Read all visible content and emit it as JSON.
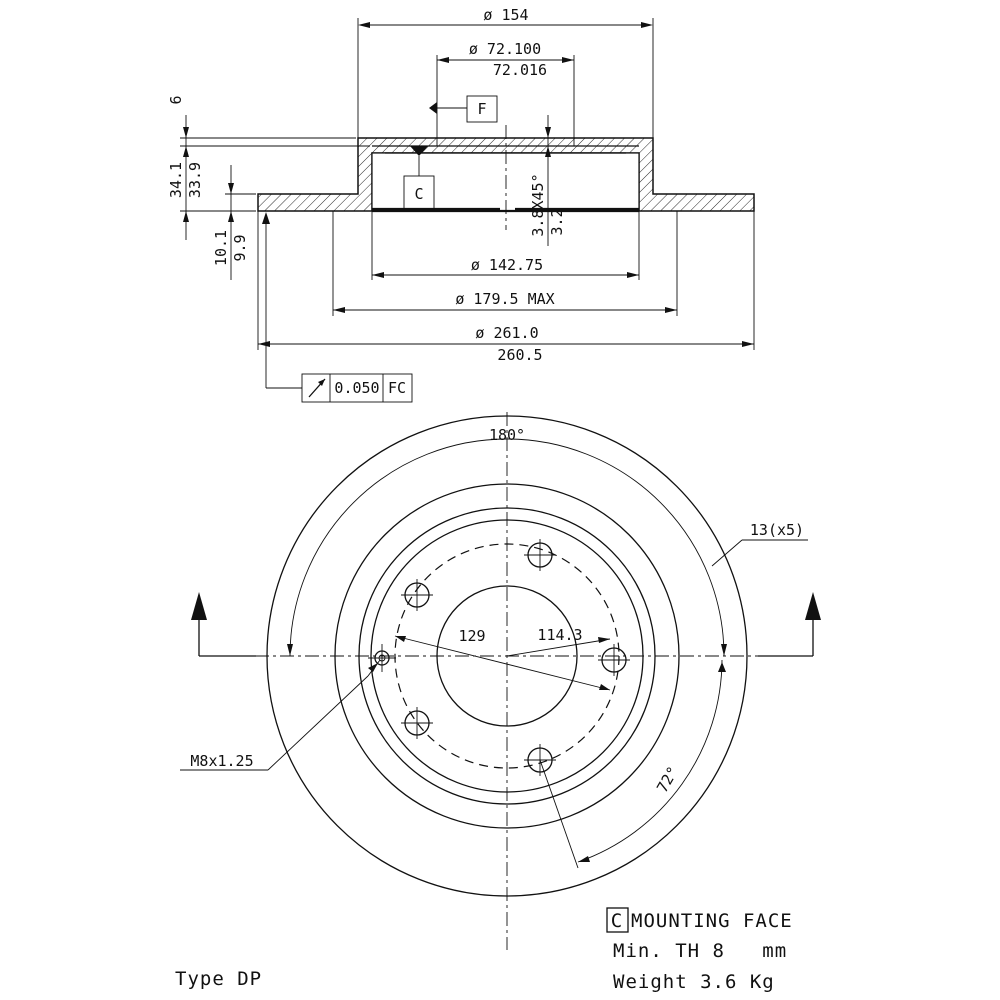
{
  "section": {
    "d154": "ø 154",
    "d72_max": "ø 72.100",
    "d72_min": "72.016",
    "datum_f": "F",
    "datum_c": "C",
    "h6": "6",
    "h34": "34.1",
    "h33": "33.9",
    "h10": "10.1",
    "h9": "9.9",
    "chamfer": "3.8X45°",
    "chamfer_b": "3.2",
    "d142": "ø 142.75",
    "d179": "ø 179.5 MAX",
    "d261_max": "ø 261.0",
    "d261_min": "260.5",
    "runout_val": "0.050",
    "runout_ref": "FC"
  },
  "front": {
    "angle_180": "180°",
    "holes": "13(x5)",
    "pcd_129": "129",
    "pcd_114": "114.3",
    "thread": "M8x1.25",
    "angle_72": "72°"
  },
  "notes": {
    "mount_box": "C",
    "mount": "MOUNTING FACE",
    "min_th": "Min. TH 8   mm",
    "weight": "Weight 3.6 Kg",
    "type": "Type DP"
  }
}
